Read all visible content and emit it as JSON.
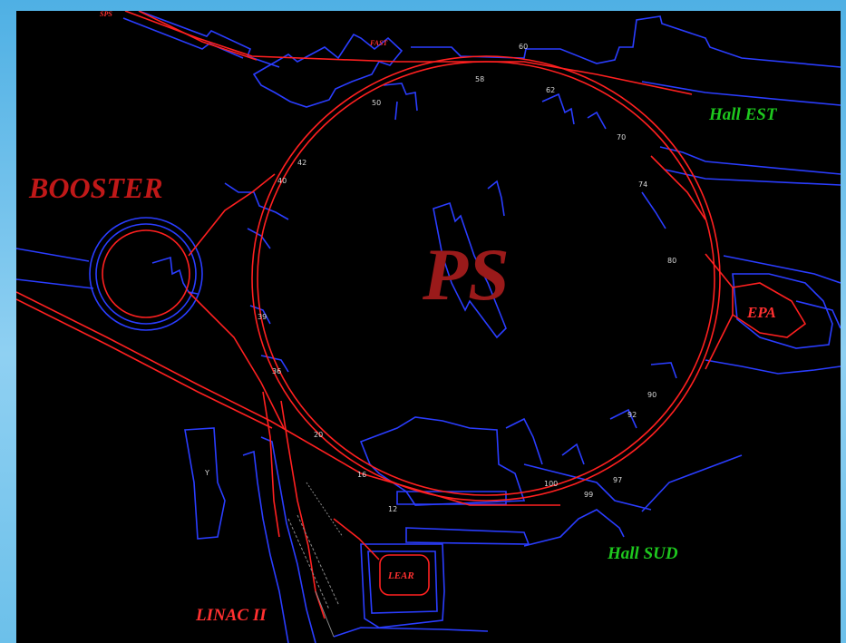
{
  "diagram": {
    "center_label": "PS",
    "labels": {
      "booster": "BOOSTER",
      "hall_est": "Hall EST",
      "hall_sud": "Hall SUD",
      "epa": "EPA",
      "lear": "LEAR",
      "linac": "LINAC II",
      "sps": "SPS",
      "fast": "FAST",
      "y": "Y"
    },
    "ring_numbers": [
      "60",
      "58",
      "62",
      "50",
      "42",
      "40",
      "70",
      "74",
      "80",
      "39",
      "36",
      "20",
      "16",
      "12",
      "100",
      "92",
      "90",
      "97",
      "99"
    ],
    "colors": {
      "beamline": "#ff2020",
      "building": "#2a3dff",
      "ps_label": "#9a1a1a",
      "booster_label": "#c01818",
      "hall_label": "#1ec81e"
    }
  }
}
